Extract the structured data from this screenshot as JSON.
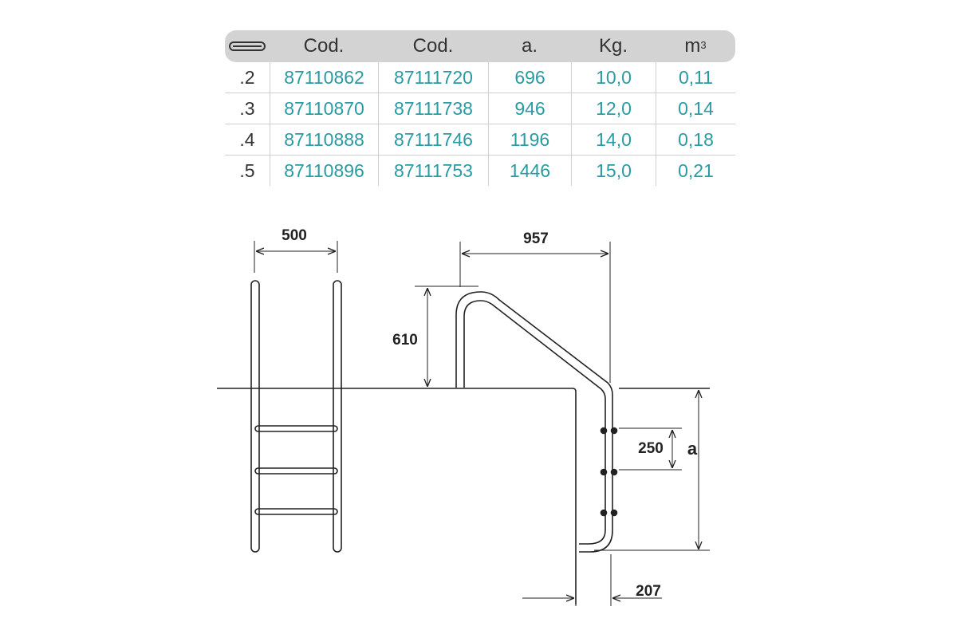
{
  "table": {
    "header_icon": "handrail-tube-icon",
    "headers": [
      "Cod.",
      "Cod.",
      "a.",
      "Kg.",
      "m",
      "3"
    ],
    "rows": [
      {
        "model": ".2",
        "cod1": "87110862",
        "cod2": "87111720",
        "a": "696",
        "kg": "10,0",
        "m3": "0,11"
      },
      {
        "model": ".3",
        "cod1": "87110870",
        "cod2": "87111738",
        "a": "946",
        "kg": "12,0",
        "m3": "0,14"
      },
      {
        "model": ".4",
        "cod1": "87110888",
        "cod2": "87111746",
        "a": "1196",
        "kg": "14,0",
        "m3": "0,18"
      },
      {
        "model": ".5",
        "cod1": "87110896",
        "cod2": "87111753",
        "a": "1446",
        "kg": "15,0",
        "m3": "0,21"
      }
    ],
    "accent_color": "#2a9aa3"
  },
  "diagram": {
    "width_label": "500",
    "reach_label": "957",
    "height_label": "610",
    "step_label": "250",
    "depth_label": "a",
    "offset_label": "207"
  }
}
